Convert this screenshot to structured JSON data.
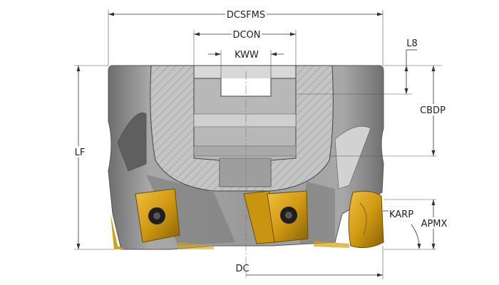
{
  "title": "Face milling cutter dimension diagram",
  "labels": {
    "dcsfms": "DCSFMS",
    "dcon": "DCON",
    "kww": "KWW",
    "l8": "L8",
    "cbdp": "CBDP",
    "lf": "LF",
    "karp": "KARP",
    "apmx": "APMX",
    "dc": "DC"
  },
  "colors": {
    "body": "#8a8a8a",
    "body_light": "#b5b5b5",
    "section": "#c9c9c9",
    "insert": "#d4a017",
    "insert_dark": "#8a6a10",
    "screw": "#222222"
  }
}
